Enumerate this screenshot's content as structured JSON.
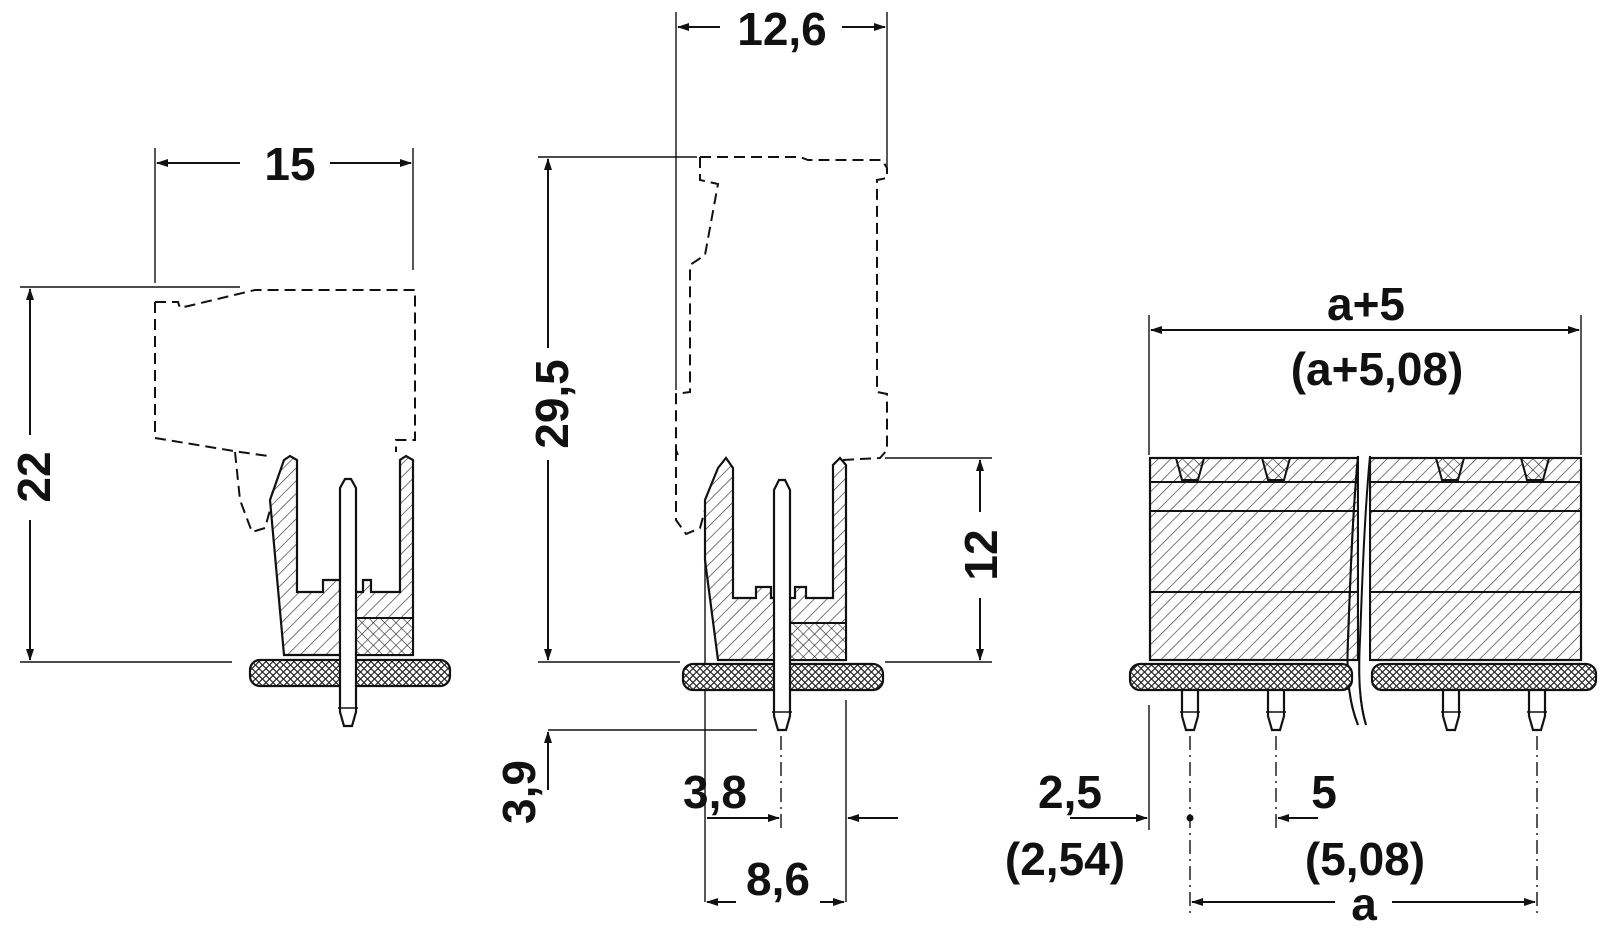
{
  "dimensions": {
    "side_a_width": "15",
    "side_a_height": "22",
    "side_b_width": "12,6",
    "side_b_height": "29,5",
    "side_b_body_height": "12",
    "pin_below_pcb": "3,9",
    "pin_offset": "3,8",
    "base_width": "8,6",
    "front_total_width": "a+5",
    "front_total_width_alt": "(a+5,08)",
    "front_edge_offset": "2,5",
    "front_edge_offset_alt": "(2,54)",
    "front_pitch": "5",
    "front_pitch_alt": "(5,08)",
    "front_span": "a"
  }
}
